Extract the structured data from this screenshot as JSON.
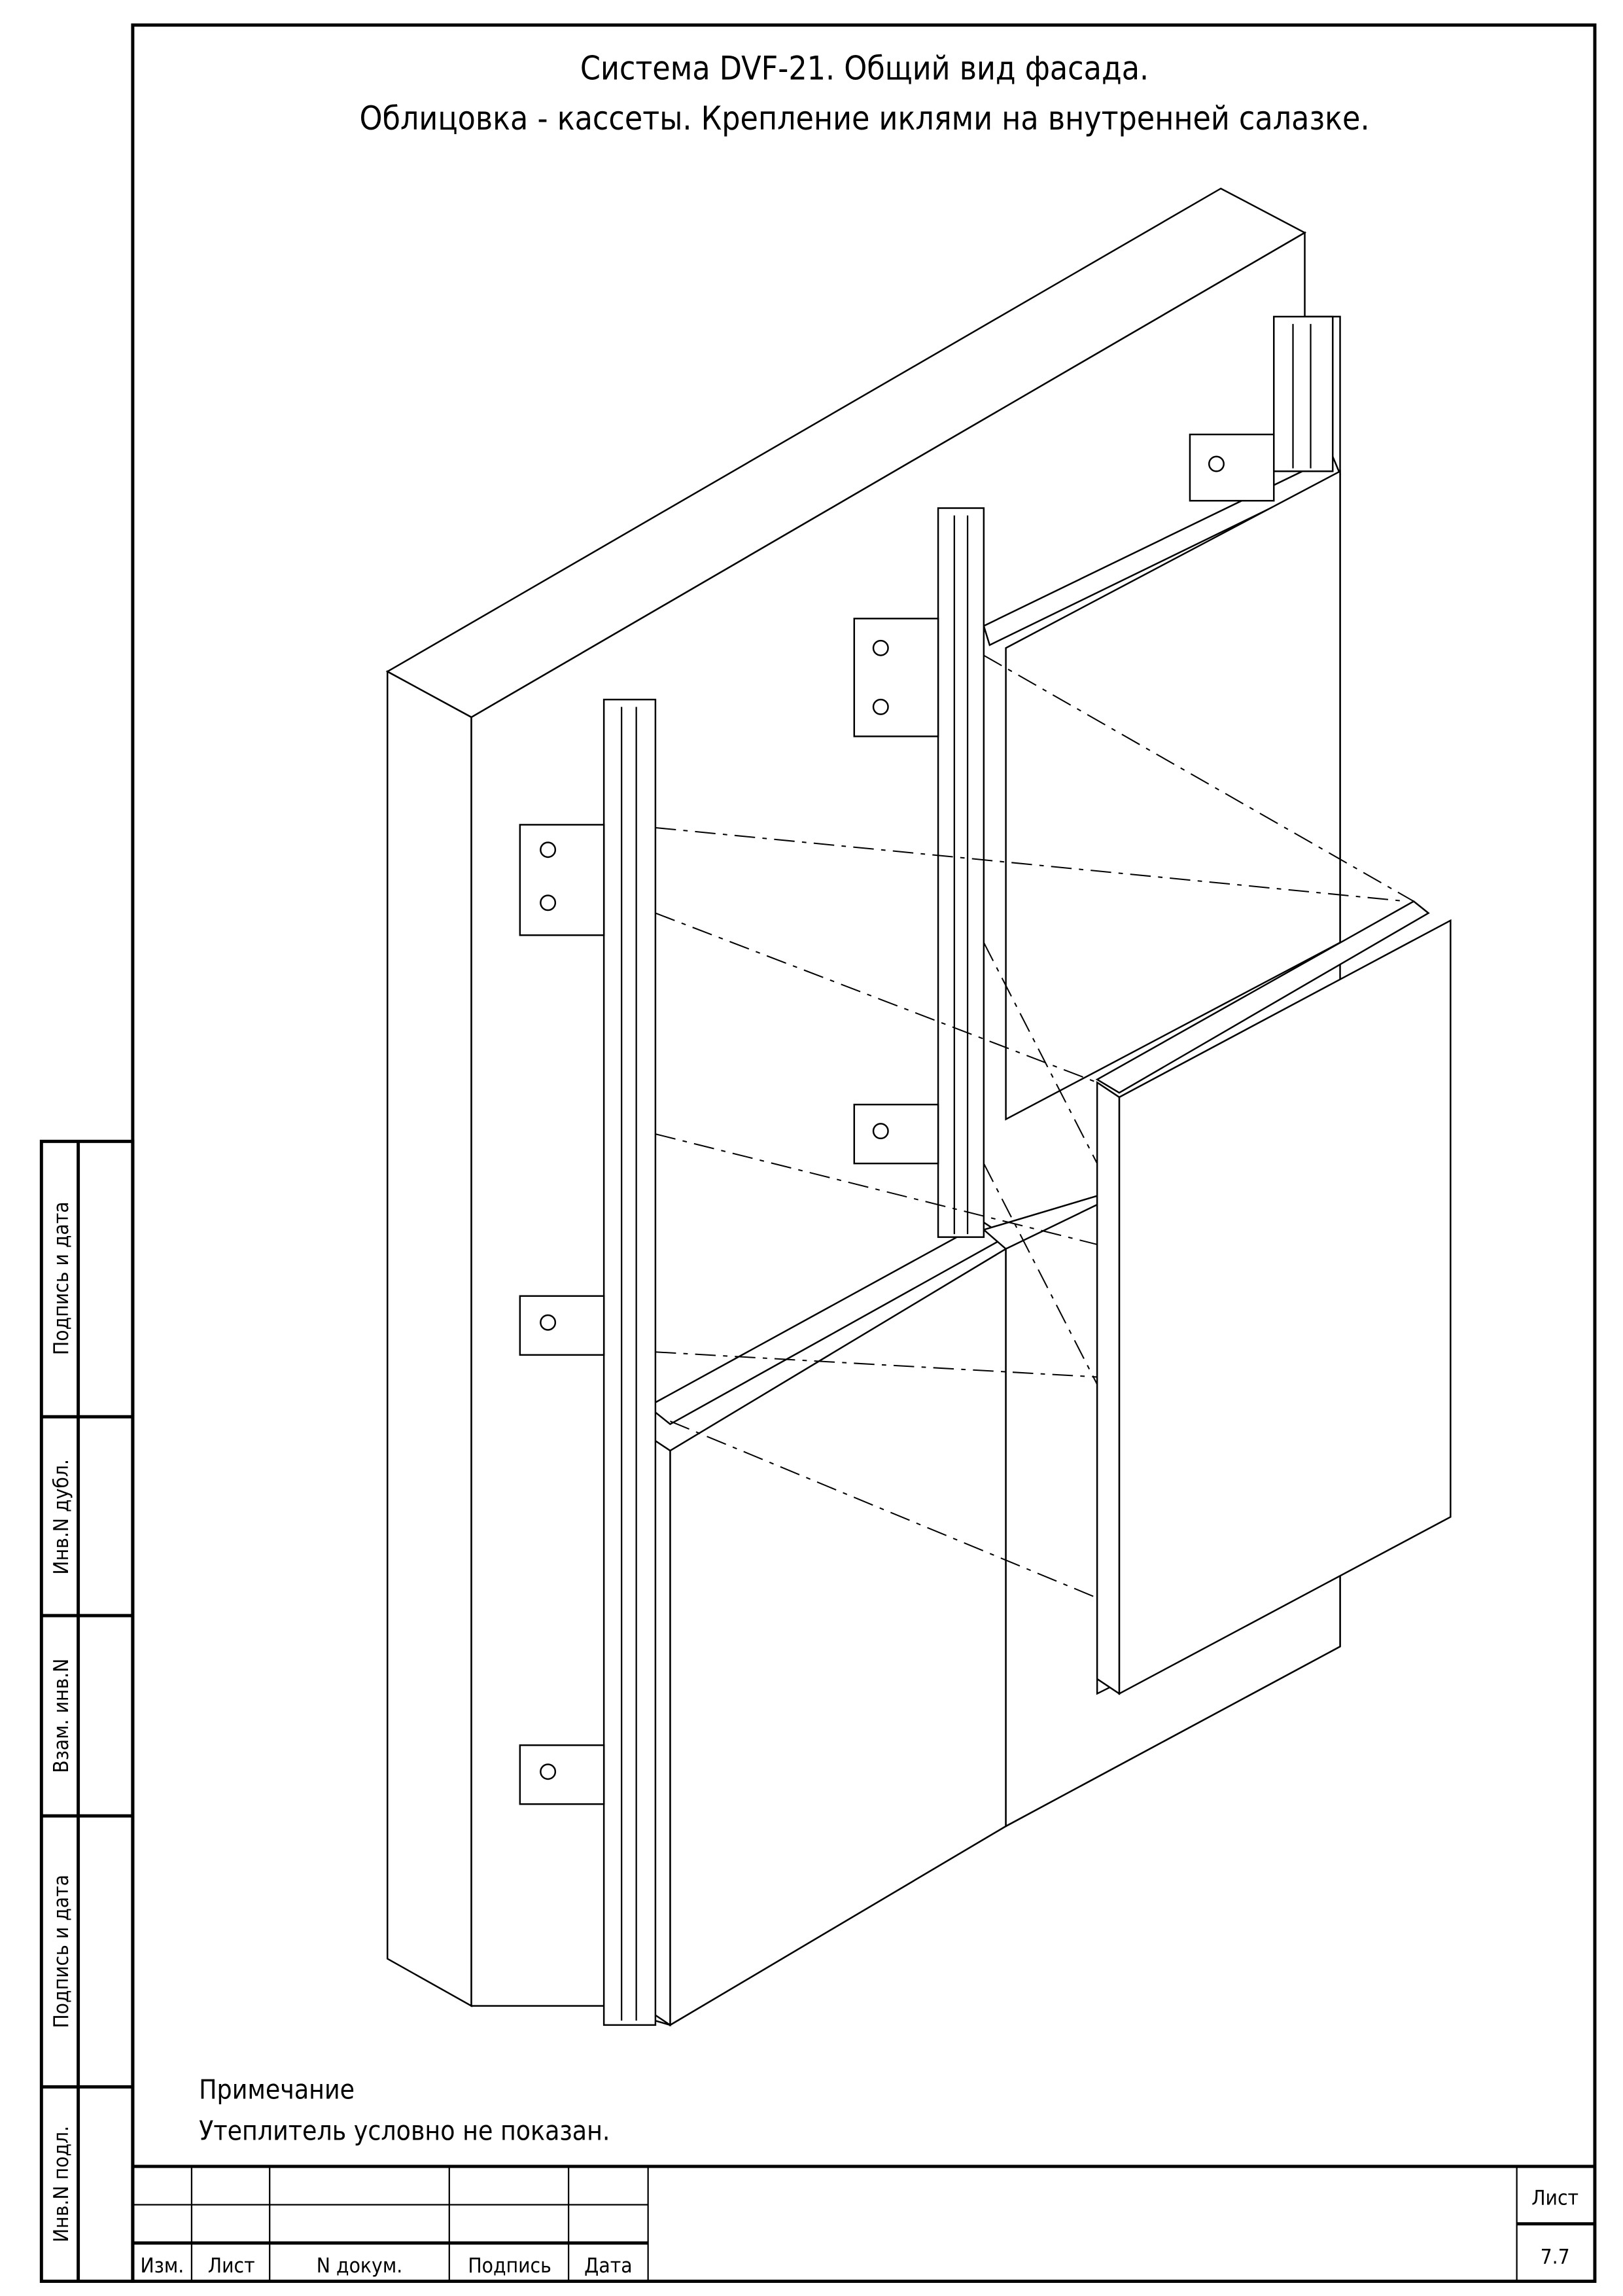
{
  "title": {
    "line1": "Система DVF-21. Общий вид фасада.",
    "line2": "Облицовка - кассеты. Крепление иклями на внутренней салазке."
  },
  "note": {
    "heading": "Примечание",
    "text": "Утеплитель условно не показан."
  },
  "side_stamp": {
    "cells": [
      "Подпись и дата",
      "Инв.N дубл.",
      "Взам. инв.N",
      "Подпись и дата",
      "Инв.N подл."
    ]
  },
  "title_block": {
    "columns": [
      "Изм.",
      "Лист",
      "N докум.",
      "Подпись",
      "Дата"
    ],
    "sheet_label": "Лист",
    "sheet_number": "7.7"
  }
}
